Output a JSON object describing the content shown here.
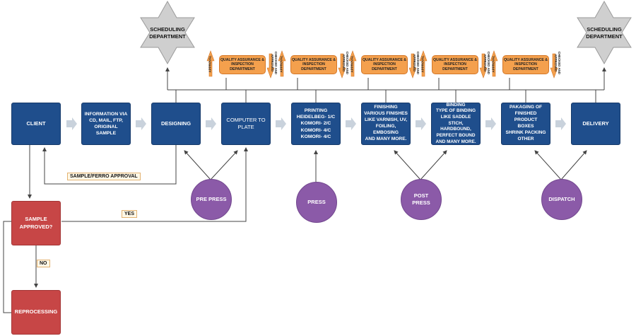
{
  "stages": {
    "client": "CLIENT",
    "information": "INFORMATION VIA\nCD, MAIL, FTP,\nORIGINAL SAMPLE",
    "designing": "DESIGNING",
    "ctp": "COMPUTER TO\nPLATE",
    "printing": "PRINTING\nHEIDELBEG-  1/C\nKOMORI- 2/C\nKOMORI- 4/C\nKOMORI- 4/C",
    "finishing": "FINISHING\nVARIOUS FINISHES\nLIKE VARNISH, UV,\nFOILING, EMBOSING\nAND MANY MORE.",
    "binding": "BINDING\nTYPE OF BINDING\nLIKE SADDLE STICH,\nHARDBOUND,\nPERFECT BOUND\nAND MANY MORE.",
    "packaging": "PAKAGING OF\nFINISHED PRODUCT\nBOXES\nSHRINK PACKING\nOTHER",
    "delivery": "DELIVERY"
  },
  "decision": {
    "sample_approved": "SAMPLE\nAPPROVED?",
    "reprocessing": "REPROCESSING",
    "yes": "YES",
    "no": "NO"
  },
  "sample_ferro_label": "SAMPLE/FERRO APPROVAL",
  "phases": {
    "pre_press": "PRE PRESS",
    "press": "PRESS",
    "post_press": "POST\nPRESS",
    "dispatch": "DISPATCH"
  },
  "scheduling": {
    "left": "SCHEDULING\nDEPARTMENT",
    "right": "SCHEDULING\nDEPARTMENT"
  },
  "qa_units": [
    {
      "title": "QUALITY ASSURANCE &\nINSPECTION\nDEPARTMENT",
      "left": "APPROVAL",
      "right": "CHECKED AND\nAPPROVED"
    },
    {
      "title": "QUALITY ASSURANCE &\nINSPECTION\nDEPARTMENT",
      "left": "APPROVAL",
      "right": "CHECKED AND\nAPPROVED"
    },
    {
      "title": "QUALITY ASSURANCE &\nINSPECTION\nDEPARTMENT",
      "left": "APPROVAL",
      "right": "CHECKED AND\nAPPROVED"
    },
    {
      "title": "QUALITY ASSURANCE &\nINSPECTION\nDEPARTMENT",
      "left": "APPROVAL",
      "right": "CHECKED AND\nAPPROVED"
    },
    {
      "title": "QUALITY ASSURANCE &\nINSPECTION\nDEPARTMENT",
      "left": "APPROVAL",
      "right": "CHECKED AND\nAPPROVED"
    }
  ],
  "colors": {
    "stage": "#1f4e8c",
    "decision": "#c74646",
    "phase": "#8b5aa8",
    "qa": "#f4a04d",
    "arrow": "#c9d2dc",
    "star": "#cfcfcf"
  }
}
